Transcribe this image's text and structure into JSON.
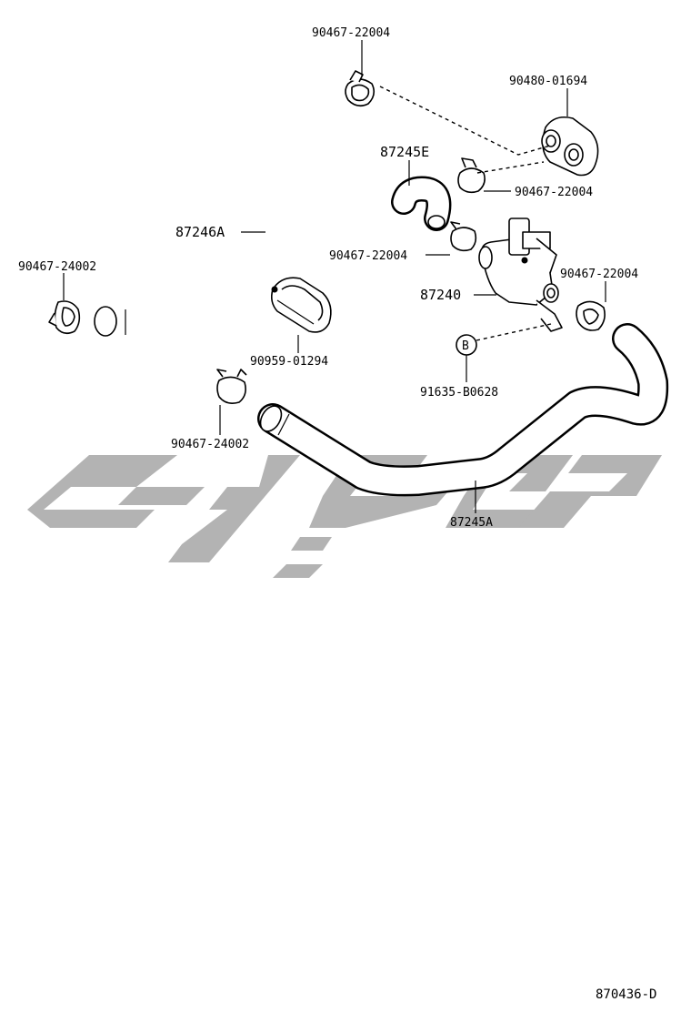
{
  "labels": {
    "clamp_top": "90467-22004",
    "grommet": "90480-01694",
    "hose_e": "87245E",
    "clamp_right_upper": "90467-22004",
    "hose_a_upper": "87246A",
    "clamp_mid": "90467-22004",
    "clamp_left": "90467-24002",
    "valve": "87240",
    "clamp_right_lower": "90467-22004",
    "holder": "90959-01294",
    "bolt_callout": "B",
    "bolt": "91635-B0628",
    "clamp_bottom": "90467-24002",
    "hose_a_lower": "87245A",
    "diagram_code": "870436-D"
  }
}
